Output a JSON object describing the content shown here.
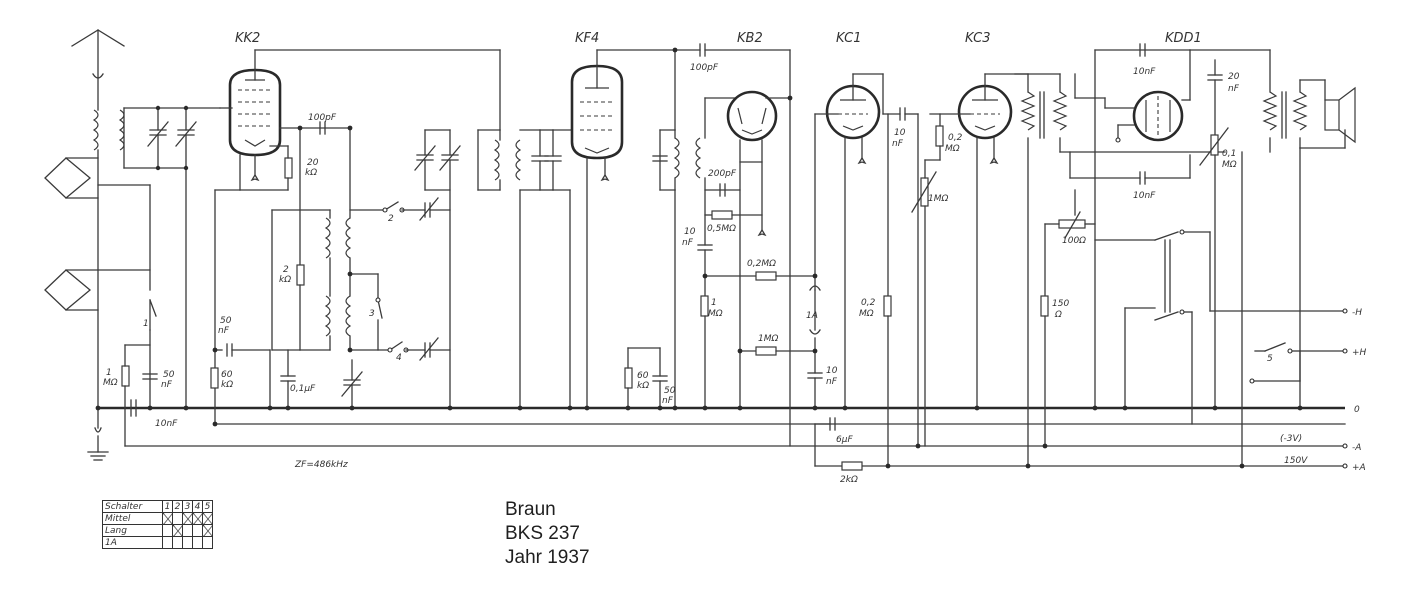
{
  "caption": {
    "brand": "Braun",
    "model": "BKS 237",
    "year_line": "Jahr 1937"
  },
  "tubes": {
    "kk2": "KK2",
    "kf4": "KF4",
    "kb2": "KB2",
    "kc1": "KC1",
    "kc3": "KC3",
    "kdd1": "KDD1"
  },
  "labels": {
    "c_100pf_a": "100pF",
    "c_100pf_b": "100pF",
    "r_20k": [
      "20",
      "kΩ"
    ],
    "r_2k": [
      "2",
      "kΩ"
    ],
    "c_50nf_a": [
      "50",
      "nF"
    ],
    "c_50nf_b": [
      "50",
      "nF"
    ],
    "r_60k_a": [
      "60",
      "kΩ"
    ],
    "r_60k_b": [
      "60",
      "kΩ"
    ],
    "c_01uf": "0,1μF",
    "r_1m_a": [
      "1",
      "MΩ"
    ],
    "c_10nf_main": "10nF",
    "zf": "ZF=486kHz",
    "c_200pf": "200pF",
    "r_05m": "0,5MΩ",
    "c_10nf_b": [
      "10",
      "nF"
    ],
    "r_02m_a": "0,2MΩ",
    "r_1m_b": [
      "1",
      "MΩ"
    ],
    "r_1m_c": "1MΩ",
    "fuse": "1A",
    "c_10nf_c": [
      "10",
      "nF"
    ],
    "r_02m_b": [
      "0,2",
      "MΩ"
    ],
    "c_6uf": "6μF",
    "r_2k_b": "2kΩ",
    "c_10nf_d": [
      "10",
      "nF"
    ],
    "r_02m_c": [
      "0,2",
      "MΩ"
    ],
    "r_1m_d": "1MΩ",
    "r_100": "100Ω",
    "r_150": [
      "150",
      "Ω"
    ],
    "c_10nf_e": "10nF",
    "c_10nf_f": "10nF",
    "c_20nf": [
      "20",
      "nF"
    ],
    "r_01m": [
      "0,1",
      "MΩ"
    ],
    "sw_1": "1",
    "sw_2": "2",
    "sw_3": "3",
    "sw_4": "4",
    "sw_5": "5",
    "term_h1": "-H",
    "term_h2": "+H",
    "term_0": "0",
    "term_a1": "-A",
    "term_a2": "+A",
    "v_neg3": "(-3V)",
    "v_150": "150V"
  },
  "switch_table": {
    "header": "Schalter",
    "columns": [
      "1",
      "2",
      "3",
      "4",
      "5"
    ],
    "rows": [
      {
        "name": "Mittel",
        "marks": [
          true,
          false,
          true,
          true,
          true
        ]
      },
      {
        "name": "Lang",
        "marks": [
          false,
          true,
          false,
          false,
          true
        ]
      },
      {
        "name": "1A",
        "marks": [
          false,
          false,
          false,
          false,
          false
        ]
      }
    ]
  }
}
